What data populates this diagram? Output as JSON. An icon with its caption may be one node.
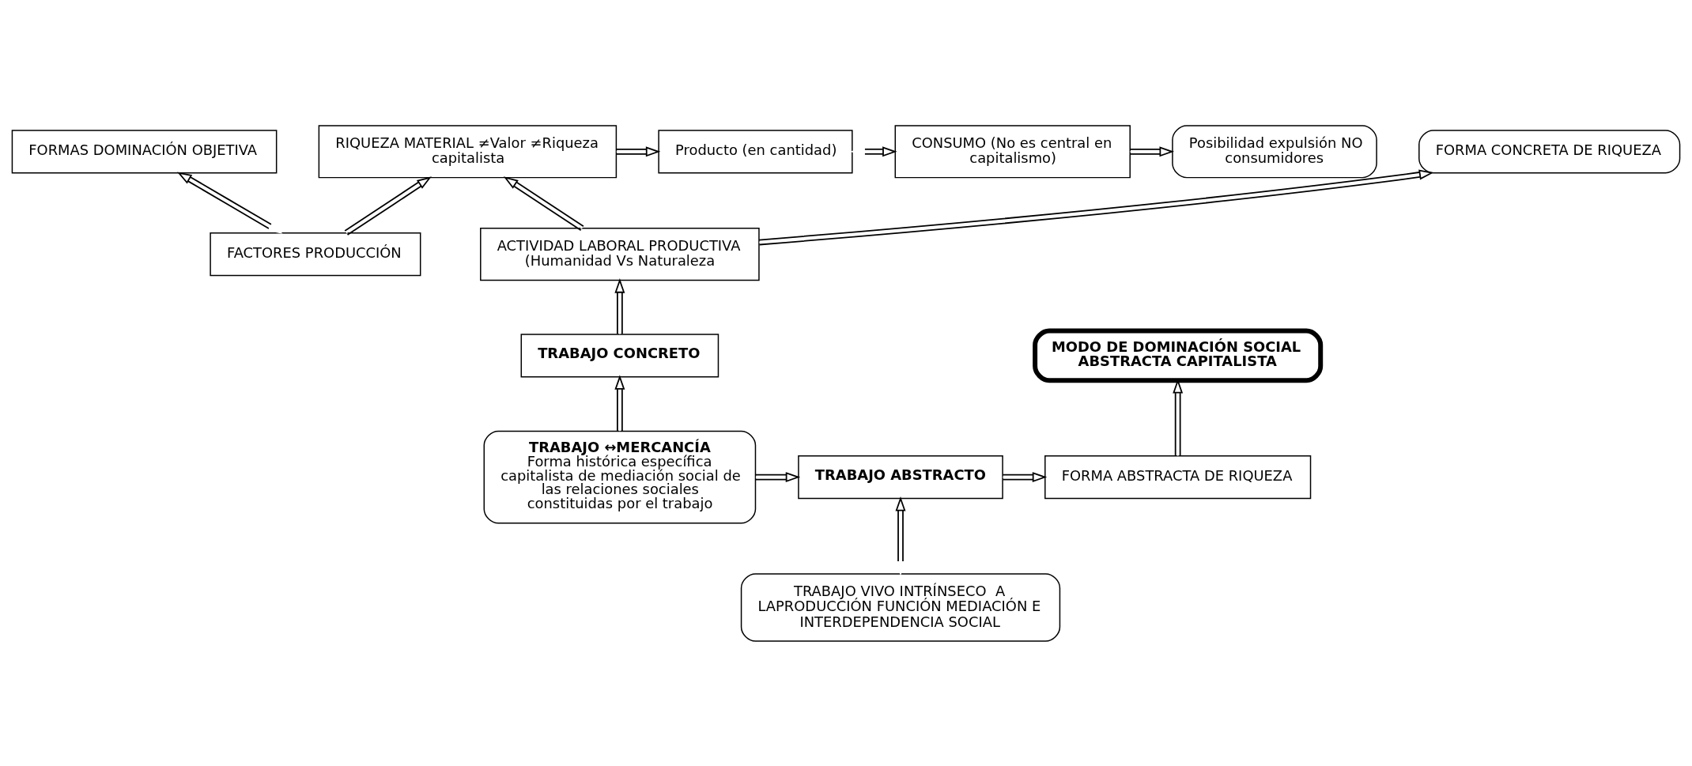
{
  "diagram": {
    "nodes": [
      {
        "text": [
          "RIQUEZA MATERIAL ≠Valor ≠Riqueza capitalista"
        ]
      },
      {
        "text": [
          "Producto (en cantidad)"
        ]
      },
      {
        "text": [
          "CONSUMO (No es central en capitalismo)"
        ]
      },
      {
        "text": [
          "Posibilidad expulsión NO consumidores"
        ]
      },
      {
        "text": [
          "FACTORES PRODUCCIÓN"
        ]
      },
      {
        "text": [
          "FORMAS DOMINACIÓN OBJETIVA"
        ]
      },
      {
        "text": [
          "ACTIVIDAD LABORAL PRODUCTIVA (Humanidad Vs Naturaleza"
        ]
      },
      {
        "text": [
          "FORMA CONCRETA DE RIQUEZA"
        ]
      },
      {
        "text": [
          "TRABAJO CONCRETO"
        ]
      },
      {
        "text": [
          "TRABAJO VIVO INTRÍNSECO  A LAPRODUCCIÓN FUNCIÓN MEDIACIÓN E INTERDEPENDENCIA SOCIAL"
        ]
      },
      {
        "text": [
          "MODO DE DOMINACIÓN SOCIAL ABSTRACTA CAPITALISTA"
        ]
      },
      {
        "text": [
          "TRABAJO ↔MERCANCÍA",
          "Forma histórica específica capitalista de mediación social de las relaciones sociales constituidas por el trabajo"
        ]
      },
      {
        "text": [
          "TRABAJO ABSTRACTO"
        ]
      },
      {
        "text": [
          "FORMA ABSTRACTA DE RIQUEZA"
        ]
      }
    ],
    "edges": [
      {
        "from": 0,
        "to": 1,
        "arrow": "to"
      },
      {
        "from": 1,
        "to": 2,
        "arrow": "both"
      },
      {
        "from": 2,
        "to": 3,
        "arrow": "to"
      },
      {
        "from": 4,
        "to": 0,
        "arrow": "to"
      },
      {
        "from": 4,
        "to": 5,
        "arrow": "both"
      },
      {
        "from": 6,
        "to": 0,
        "arrow": "to"
      },
      {
        "from": 6,
        "to": 7,
        "arrow": "to"
      },
      {
        "from": 8,
        "to": 6,
        "arrow": "to"
      },
      {
        "from": 11,
        "to": 8,
        "arrow": "to"
      },
      {
        "from": 9,
        "to": 12,
        "arrow": "both"
      },
      {
        "from": 11,
        "to": 12,
        "arrow": "to"
      },
      {
        "from": 12,
        "to": 13,
        "arrow": "to"
      },
      {
        "from": 13,
        "to": 10,
        "arrow": "to"
      }
    ]
  }
}
